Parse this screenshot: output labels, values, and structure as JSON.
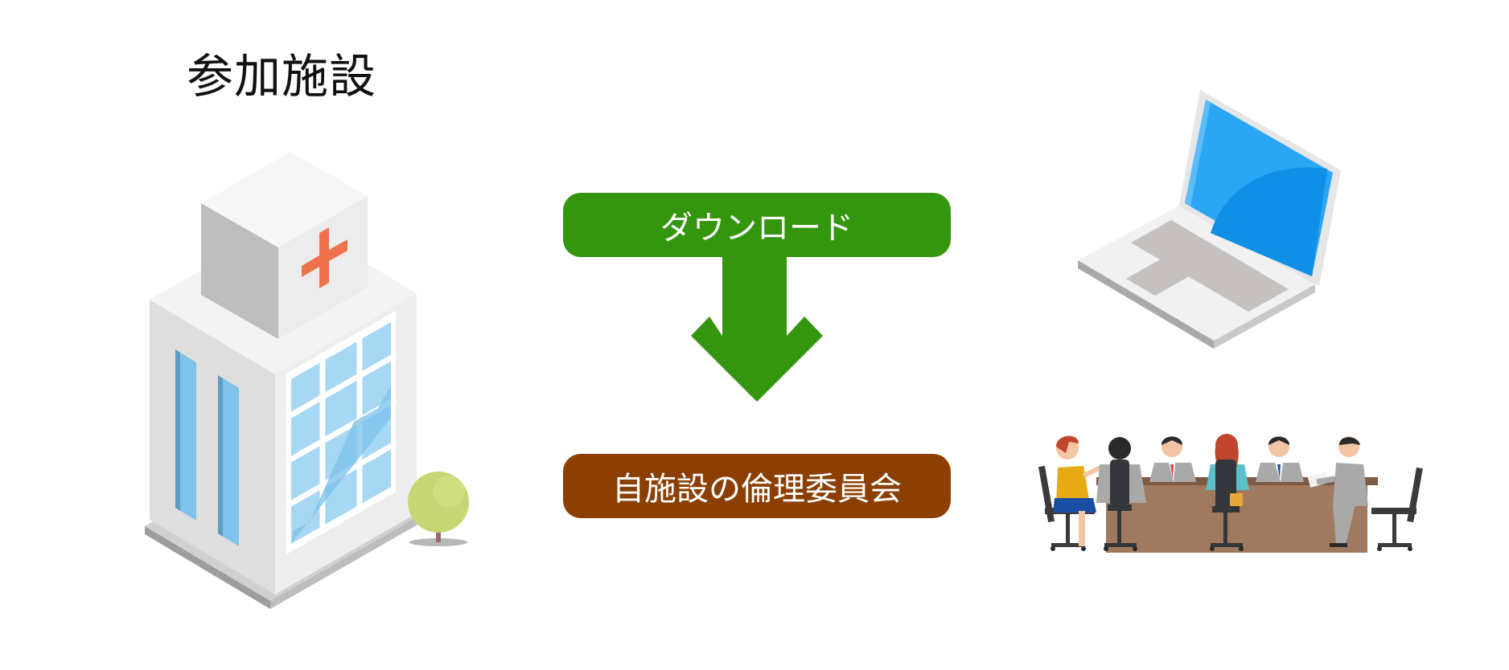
{
  "header": {
    "title": "参加施設"
  },
  "flow": {
    "download_label": "ダウンロード",
    "committee_label": "自施設の倫理委員会"
  },
  "colors": {
    "download_green": "#34960f",
    "committee_brown": "#8b3f02",
    "cross_red": "#f0714e",
    "screen_blue": "#2aa6f5"
  },
  "icons": [
    "hospital-building-icon",
    "red-cross-icon",
    "tree-icon",
    "down-arrow-icon",
    "laptop-icon",
    "meeting-people-icon"
  ]
}
